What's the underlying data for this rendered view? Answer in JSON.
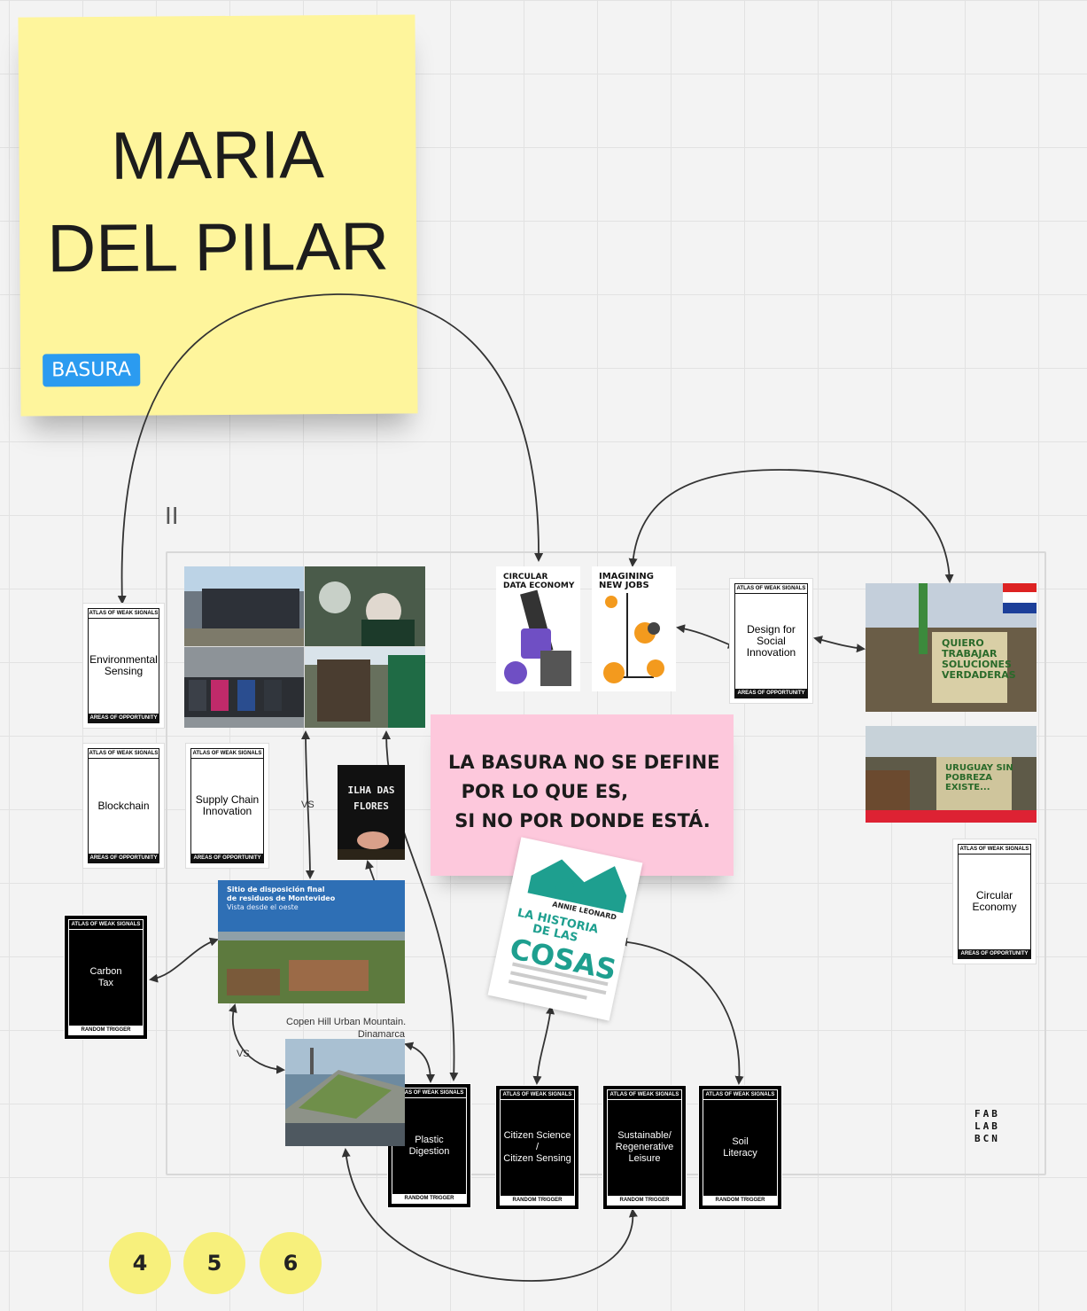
{
  "sticky": {
    "line1": "MARIA",
    "line2": "DEL PILAR",
    "tag": "BASURA"
  },
  "frame_label": "II",
  "card_header": "ATLAS OF WEAK SIGNALS",
  "card_footer_area": "AREAS OF OPPORTUNITY",
  "card_footer_trigger": "RANDOM TRIGGER",
  "cards": {
    "env": "Environmental\nSensing",
    "blockchain": "Blockchain",
    "supply": "Supply Chain\nInnovation",
    "design": "Design for\nSocial\nInnovation",
    "circular": "Circular\nEconomy",
    "carbon": "Carbon\nTax",
    "plastic": "Plastic\nDigestion",
    "citizen": "Citizen Science /\nCitizen Sensing",
    "leisure": "Sustainable/\nRegenerative\nLeisure",
    "soil": "Soil\nLiteracy"
  },
  "posters": {
    "circular_data": "CIRCULAR\nDATA ECONOMY",
    "new_jobs": "IMAGINING\nNEW JOBS",
    "ilha": "ILHA DAS\nFLORES",
    "historia_author": "ANNIE LEONARD",
    "historia_title1": "LA HISTORIA\nDE LAS",
    "historia_title2": "COSAS"
  },
  "labels": {
    "vs1": "VS",
    "vs2": "VS"
  },
  "montevideo": {
    "title": "Sitio de disposición final\nde residuos de Montevideo",
    "subtitle": "Vista desde el oeste"
  },
  "copenhill": {
    "caption": "Copen Hill Urban Mountain.\nDinamarca"
  },
  "pink_note": "LA BASURA NO SE DEFINE\n  POR LO QUE ES,\n SI NO POR DONDE ESTÁ.",
  "protest_signs": {
    "a": "QUIERO\nTRABAJAR\nSOLUCIONES\nVERDADERAS",
    "b": "URUGUAY SIN\nPOBREZA\nEXISTE..."
  },
  "logo": "FAB\nLAB\nBCN",
  "circles": [
    "4",
    "5",
    "6"
  ],
  "colors": {
    "sticky": "#fef59c",
    "pink": "#fdc8dc",
    "tag": "#2b9bf0",
    "circle": "#f7f07c"
  }
}
